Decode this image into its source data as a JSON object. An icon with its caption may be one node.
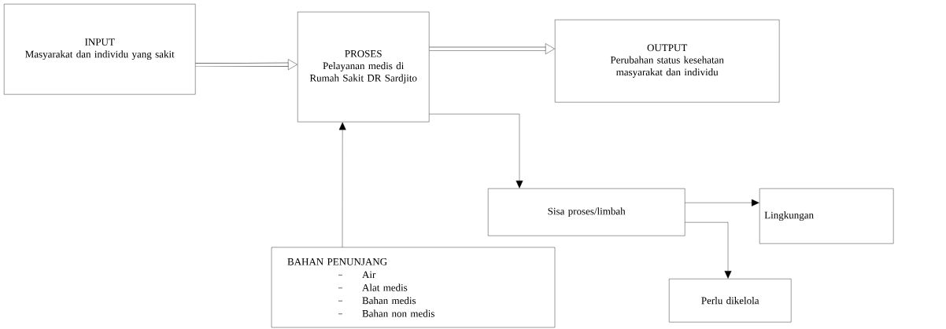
{
  "diagram": {
    "nodes": [
      {
        "text": [
          "INPUT",
          "Masyarakat dan individu yang sakit"
        ]
      },
      {
        "text": [
          "PROSES",
          "Pelayanan medis di Rumah Sakit DR Sardjito"
        ]
      },
      {
        "text": [
          "OUTPUT",
          "Perubahan status kesehatan masyarakat dan individu"
        ]
      },
      {
        "text": [
          "Sisa proses/limbah"
        ]
      },
      {
        "text": [
          "Lingkungan"
        ]
      },
      {
        "text": [
          "BAHAN PENUNJANG",
          "Air",
          "Alat medis",
          "Bahan medis",
          "Bahan non medis"
        ]
      },
      {
        "text": [
          "Perlu dikelola"
        ]
      }
    ],
    "edges": [
      {
        "from": 0,
        "to": 1,
        "arrow": "to",
        "style": "thick"
      },
      {
        "from": 1,
        "to": 2,
        "arrow": "to",
        "style": "thick"
      },
      {
        "from": 1,
        "to": 3,
        "arrow": "to"
      },
      {
        "from": 5,
        "to": 1,
        "arrow": "to"
      },
      {
        "from": 3,
        "to": 4,
        "arrow": "to"
      },
      {
        "from": 3,
        "to": 6,
        "arrow": "to"
      }
    ]
  }
}
